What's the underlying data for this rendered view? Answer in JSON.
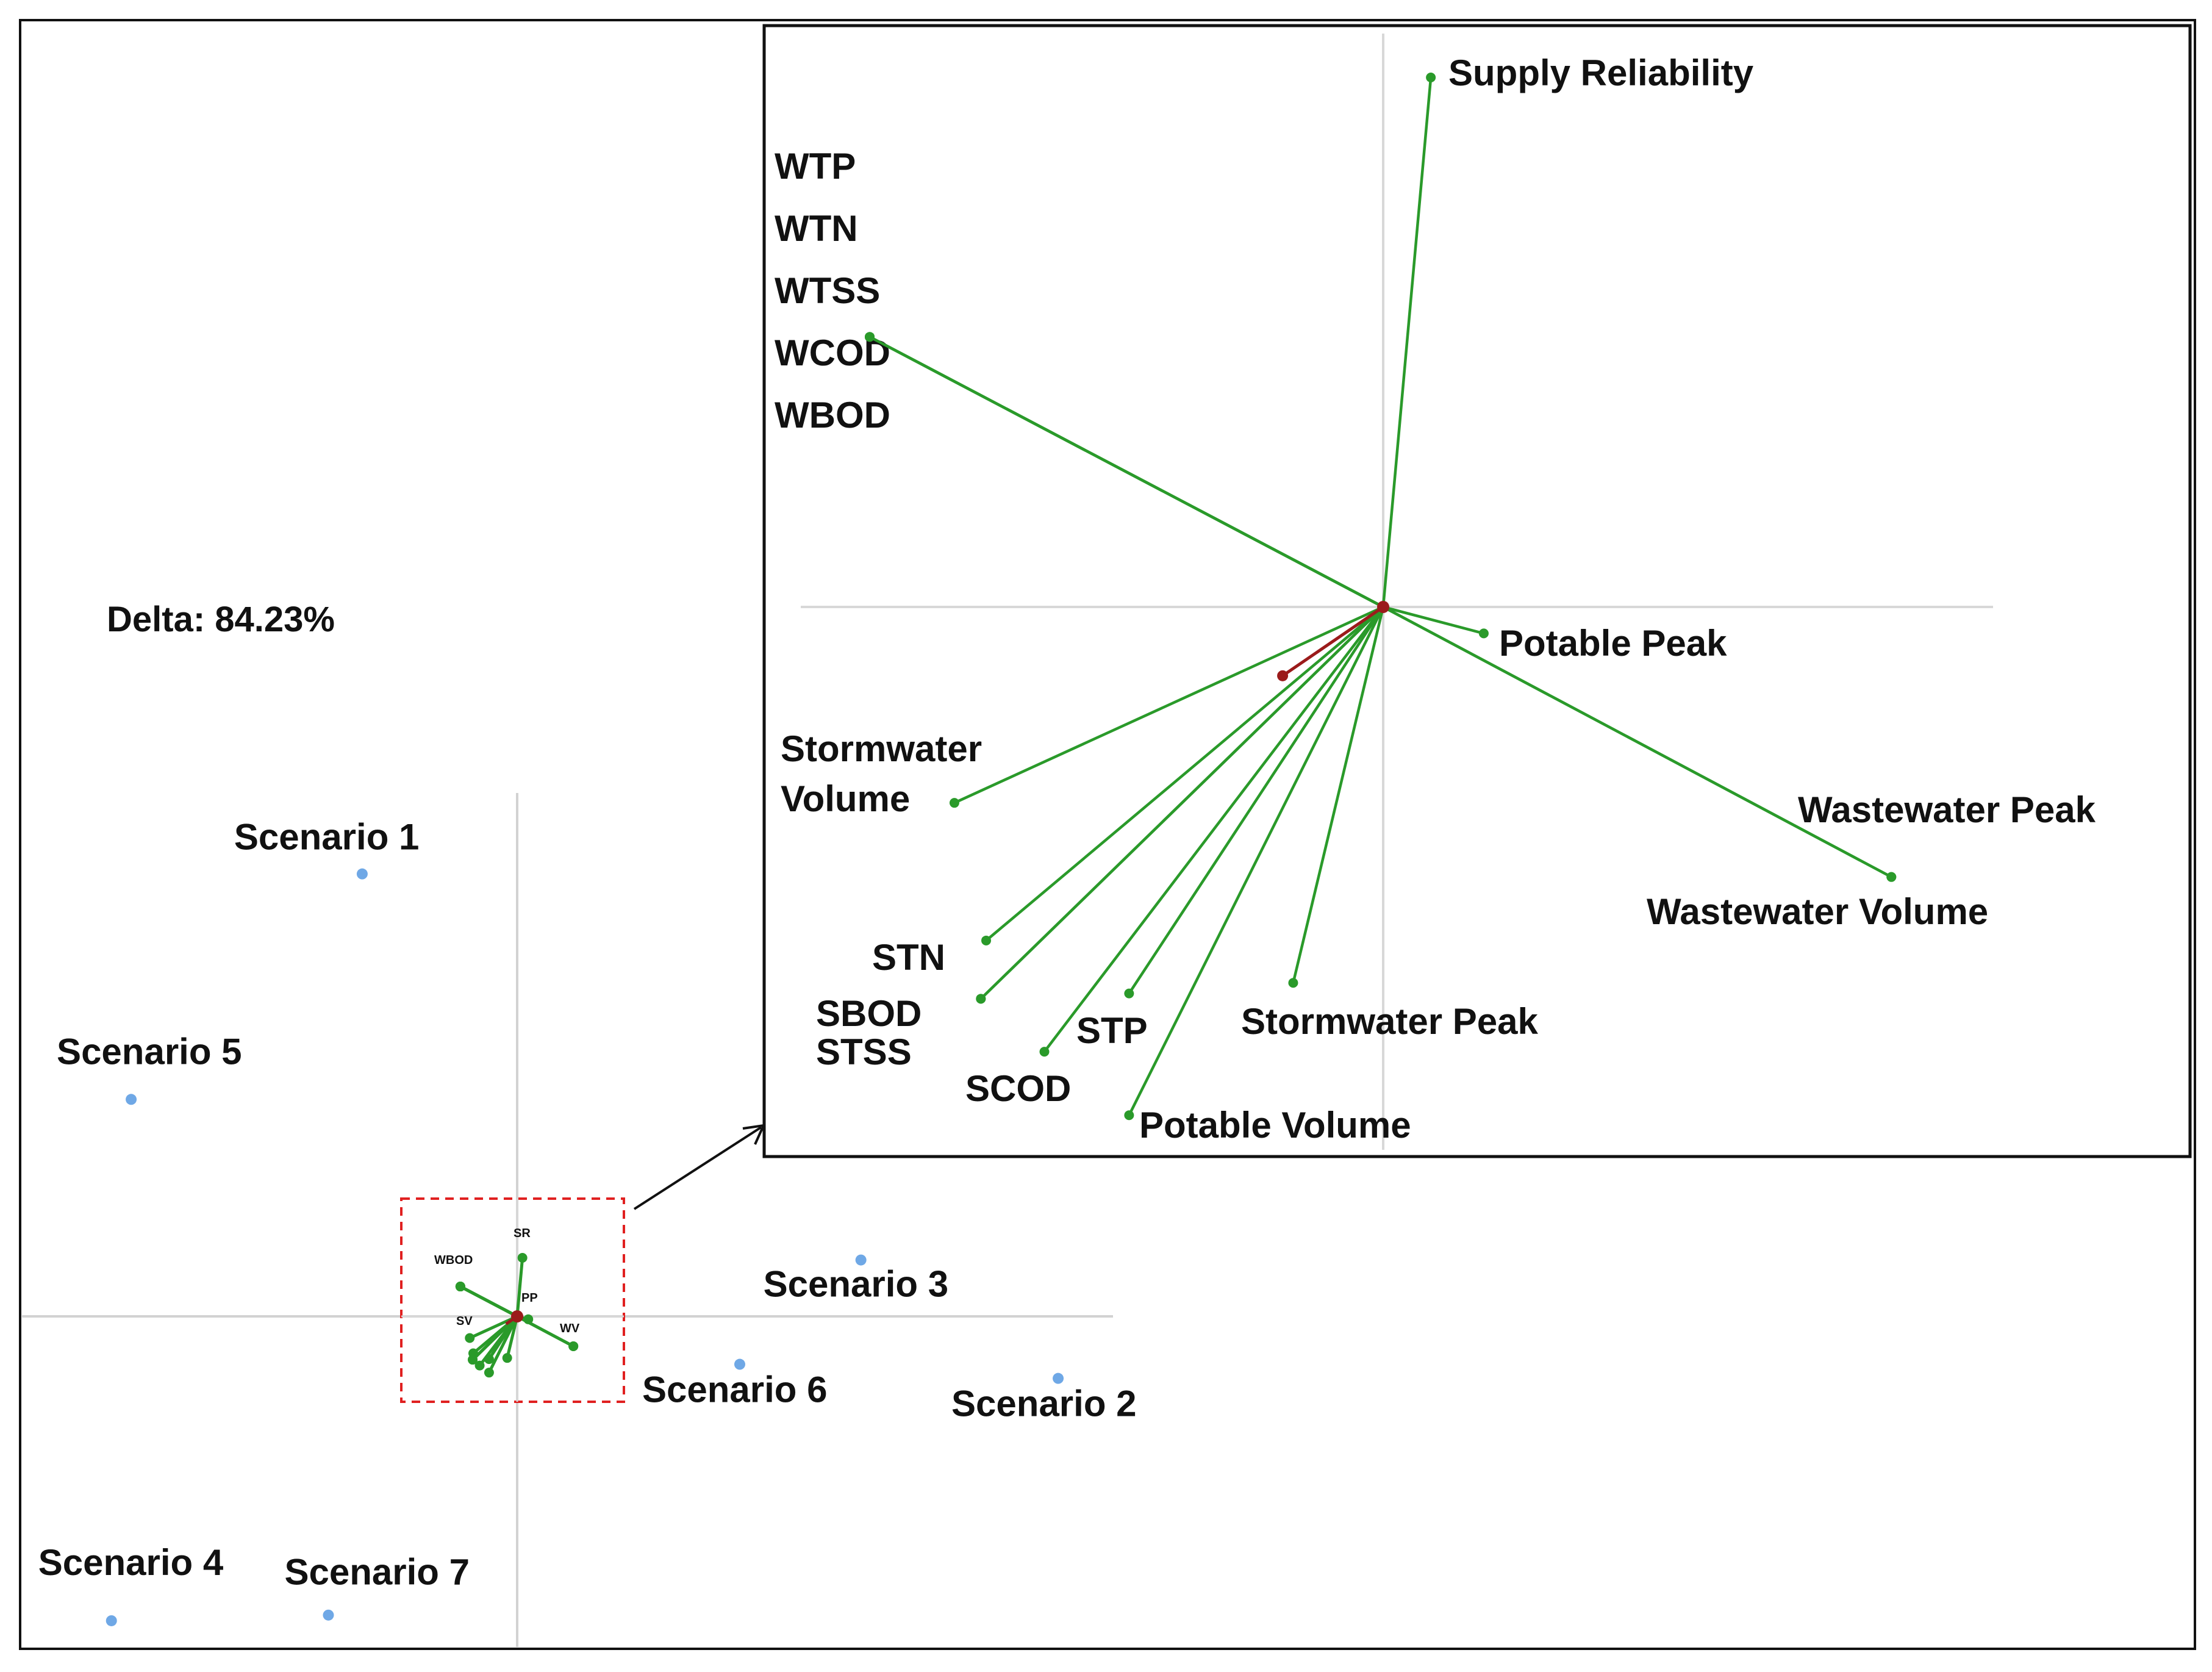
{
  "chart_data": {
    "type": "scatter",
    "annotation": "Delta: 84.23%",
    "scenarios": [
      {
        "label": "Scenario 1",
        "x": -0.55,
        "y": 1.57
      },
      {
        "label": "Scenario 2",
        "x": 1.92,
        "y": -0.22
      },
      {
        "label": "Scenario 3",
        "x": 1.22,
        "y": 0.2
      },
      {
        "label": "Scenario 4",
        "x": -1.44,
        "y": -1.08
      },
      {
        "label": "Scenario 5",
        "x": -1.37,
        "y": 0.77
      },
      {
        "label": "Scenario 6",
        "x": 0.79,
        "y": -0.17
      },
      {
        "label": "Scenario 7",
        "x": -0.67,
        "y": -1.06
      }
    ],
    "loadings": [
      {
        "label": "Supply Reliability",
        "x": 0.09,
        "y": 1.0
      },
      {
        "label": "WTP",
        "x": -0.97,
        "y": 0.51
      },
      {
        "label": "WTN",
        "x": -0.97,
        "y": 0.51
      },
      {
        "label": "WTSS",
        "x": -0.97,
        "y": 0.51
      },
      {
        "label": "WCOD",
        "x": -0.97,
        "y": 0.51
      },
      {
        "label": "WBOD",
        "x": -0.97,
        "y": 0.51
      },
      {
        "label": "Potable Peak",
        "x": 0.19,
        "y": -0.05
      },
      {
        "label": "Wastewater Peak",
        "x": 0.96,
        "y": -0.51
      },
      {
        "label": "Wastewater Volume",
        "x": 0.96,
        "y": -0.51
      },
      {
        "label": "Stormwater Volume",
        "x": -0.81,
        "y": -0.37
      },
      {
        "label": "STN",
        "x": -0.75,
        "y": -0.63
      },
      {
        "label": "SBOD",
        "x": -0.76,
        "y": -0.74
      },
      {
        "label": "STSS",
        "x": -0.76,
        "y": -0.74
      },
      {
        "label": "STP",
        "x": -0.48,
        "y": -0.73
      },
      {
        "label": "SCOD",
        "x": -0.64,
        "y": -0.84
      },
      {
        "label": "Stormwater Peak",
        "x": -0.17,
        "y": -0.71
      },
      {
        "label": "Potable Volume",
        "x": -0.48,
        "y": -0.96
      }
    ],
    "centroid_vector": {
      "x": -0.19,
      "y": -0.13
    },
    "inset_mini_labels": [
      "SR",
      "PP",
      "WV",
      "SV",
      "WBOD"
    ]
  },
  "colors": {
    "scenario_point": "#6fa8e6",
    "loading_line": "#2a9a2a",
    "centroid": "#9b1b1b",
    "zoom_box": "#e02020",
    "axis": "#cfcfcf",
    "frame": "#111111"
  }
}
